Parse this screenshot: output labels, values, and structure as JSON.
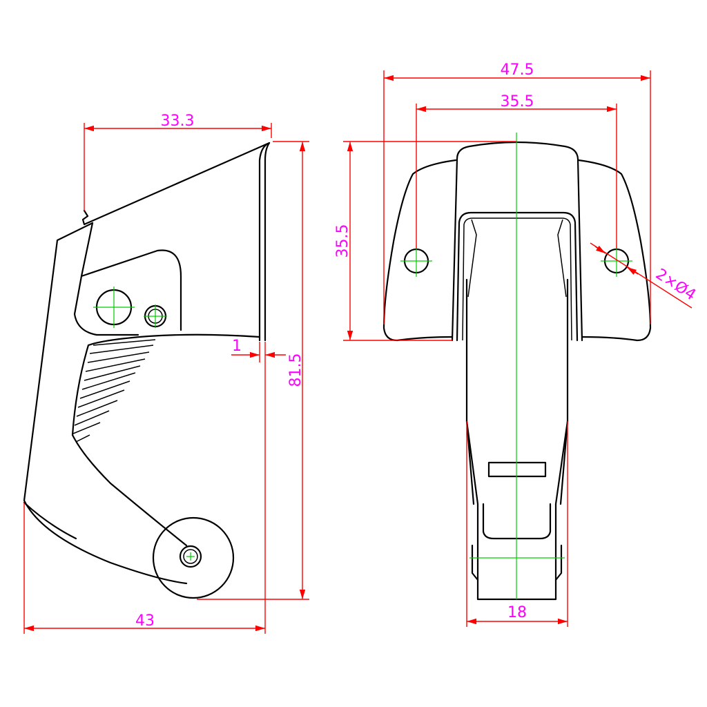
{
  "drawing": {
    "side_view": {
      "dims": {
        "top_width": "33.3",
        "height": "81.5",
        "plate_thickness": "1",
        "overall_width": "43"
      }
    },
    "front_view": {
      "dims": {
        "overall_width": "47.5",
        "hole_spacing": "35.5",
        "base_height": "35.5",
        "holes": "2×Ø4",
        "lever_width": "18"
      }
    },
    "colors": {
      "outline": "#000000",
      "dimension": "#ff0000",
      "text": "#ff00ff",
      "centerline": "#00cc00"
    }
  }
}
